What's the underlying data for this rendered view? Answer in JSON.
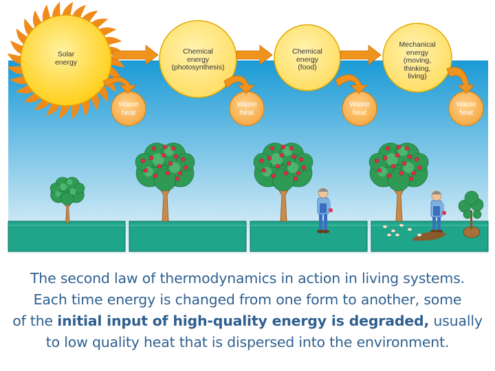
{
  "diagram": {
    "energy_nodes": {
      "solar": [
        "Solar",
        "energy"
      ],
      "chemical_photosynthesis": [
        "Chemical",
        "energy",
        "(photosynthesis)"
      ],
      "chemical_food": [
        "Chemical",
        "energy",
        "(food)"
      ],
      "mechanical": [
        "Mechanical",
        "energy",
        "(moving,",
        "thinking,",
        "living)"
      ]
    },
    "waste_heat": [
      [
        "Waste",
        "heat"
      ],
      [
        "Waste",
        "heat"
      ],
      [
        "Waste",
        "heat"
      ],
      [
        "Waste",
        "heat"
      ]
    ],
    "colors": {
      "sky_top": "#1a9ad6",
      "sky_bottom": "#eef7fb",
      "ground": "#1fa58a",
      "sun": "#ffcf1a",
      "sun_rays": "#f08a1a",
      "circle_fill": "#ffdc5e",
      "waste_fill": "#f5a640",
      "arrow": "#f0931c",
      "caption_text": "#2f5f8f"
    }
  },
  "caption": {
    "line1": "The second law of thermodynamics in action in living systems.",
    "line2": "Each time energy is changed from one form to another, some",
    "line3_pre": "of the ",
    "line3_bold": "initial input of high-quality energy is degraded,",
    "line3_post": " usually",
    "line4": "to low quality heat that is dispersed into the environment."
  }
}
